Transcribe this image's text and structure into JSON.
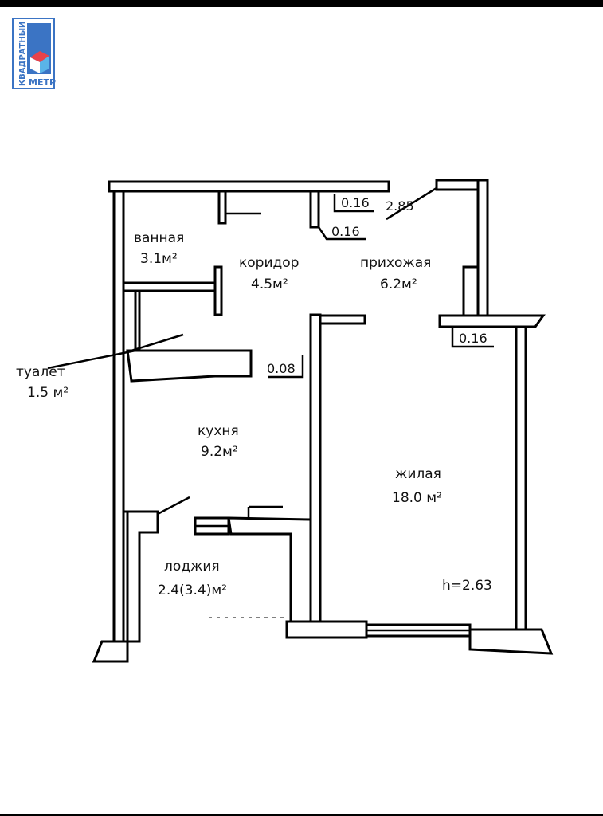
{
  "logo": {
    "line1": "КВАДРАТНЫЙ",
    "line2": "МЕТР",
    "colors": {
      "blue": "#3b74c4",
      "red": "#e8424a",
      "light_blue": "#5ab4e8"
    }
  },
  "rooms": [
    {
      "name": "ванная",
      "area": "3.1м²"
    },
    {
      "name": "коридор",
      "area": "4.5м²"
    },
    {
      "name": "прихожая",
      "area": "6.2м²"
    },
    {
      "name": "туалет",
      "area": "1.5 м²"
    },
    {
      "name": "кухня",
      "area": "9.2м²"
    },
    {
      "name": "жилая",
      "area": "18.0 м²"
    },
    {
      "name": "лоджия",
      "area": "2.4(3.4)м²"
    }
  ],
  "dimensions": {
    "d1": "0.16",
    "d2": "2.85",
    "d3": "0.16",
    "d4": "0.16",
    "d5": "0.08"
  },
  "ceiling_height": "h=2.63"
}
